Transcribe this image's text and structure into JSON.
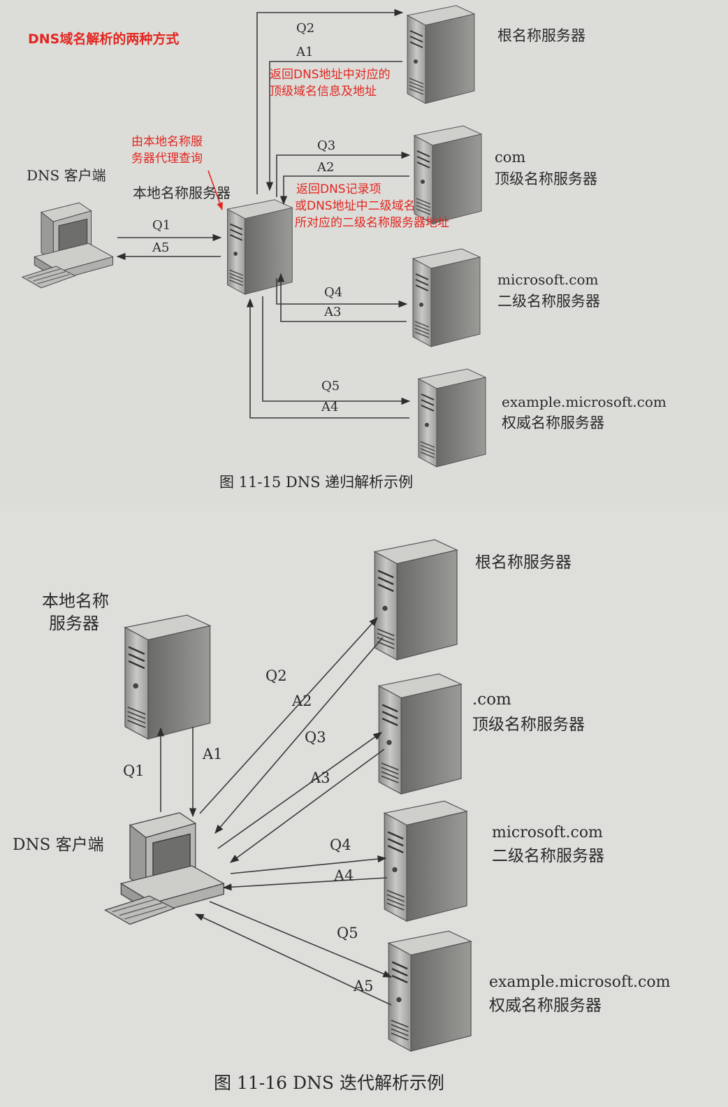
{
  "recursive": {
    "title": "DNS域名解析的两种方式",
    "client_label": "DNS 客户端",
    "local_label": "本地名称服务器",
    "root_label": "根名称服务器",
    "com_label_1": "com",
    "com_label_2": "顶级名称服务器",
    "ms_label_1": "microsoft.com",
    "ms_label_2": "二级名称服务器",
    "ex_label_1": "example.microsoft.com",
    "ex_label_2": "权威名称服务器",
    "note_proxy_1": "由本地名称服",
    "note_proxy_2": "务器代理查询",
    "note_root_1": "返回DNS地址中对应的",
    "note_root_2": "顶级域名信息及地址",
    "note_com_1": "返回DNS记录项",
    "note_com_2": "或DNS地址中二级域名",
    "note_com_3": "所对应的二级名称服务器地址",
    "q1": "Q1",
    "a5": "A5",
    "q2": "Q2",
    "a1": "A1",
    "q3": "Q3",
    "a2": "A2",
    "q4": "Q4",
    "a3": "A3",
    "q5": "Q5",
    "a4": "A4",
    "caption": "图 11-15   DNS 递归解析示例"
  },
  "iterative": {
    "local_label_1": "本地名称",
    "local_label_2": "服务器",
    "client_label": "DNS 客户端",
    "root_label": "根名称服务器",
    "com_label_1": ".com",
    "com_label_2": "顶级名称服务器",
    "ms_label_1": "microsoft.com",
    "ms_label_2": "二级名称服务器",
    "ex_label_1": "example.microsoft.com",
    "ex_label_2": "权威名称服务器",
    "q1": "Q1",
    "a1": "A1",
    "q2": "Q2",
    "a2": "A2",
    "q3": "Q3",
    "a3": "A3",
    "q4": "Q4",
    "a4": "A4",
    "q5": "Q5",
    "a5": "A5",
    "caption": "图 11-16   DNS 迭代解析示例"
  }
}
